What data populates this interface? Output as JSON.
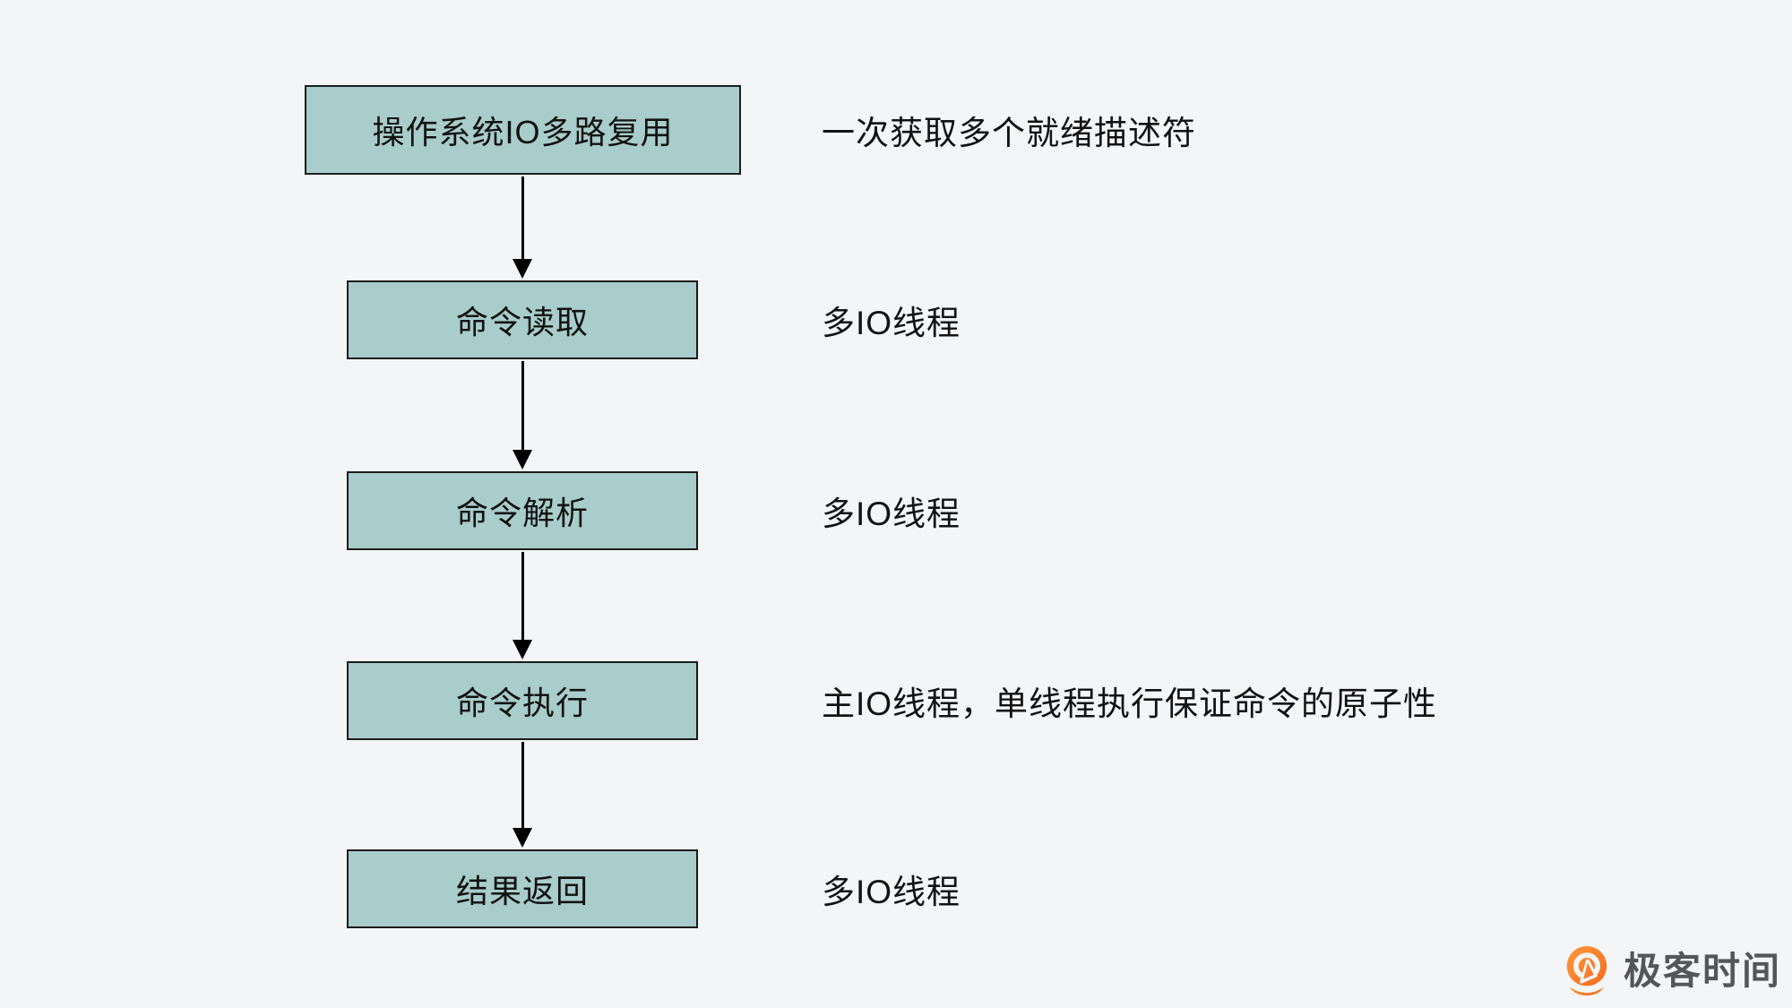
{
  "page": {
    "background_color": "#f4f5f7"
  },
  "flow": {
    "box_fill_color": "#a8cdca",
    "box_border_color": "#1c1c1c",
    "arrow_color": "#000000",
    "steps": [
      {
        "id": "os-io-multiplexing",
        "label": "操作系统IO多路复用",
        "annotation": "一次获取多个就绪描述符"
      },
      {
        "id": "command-read",
        "label": "命令读取",
        "annotation": "多IO线程"
      },
      {
        "id": "command-parse",
        "label": "命令解析",
        "annotation": "多IO线程"
      },
      {
        "id": "command-execute",
        "label": "命令执行",
        "annotation": "主IO线程，单线程执行保证命令的原子性"
      },
      {
        "id": "result-return",
        "label": "结果返回",
        "annotation": "多IO线程"
      }
    ]
  },
  "branding": {
    "logo_text": "极客时间",
    "logo_orange": "#f2691e",
    "logo_orange_light": "#ff9a3d",
    "logo_text_color": "#55565a"
  }
}
